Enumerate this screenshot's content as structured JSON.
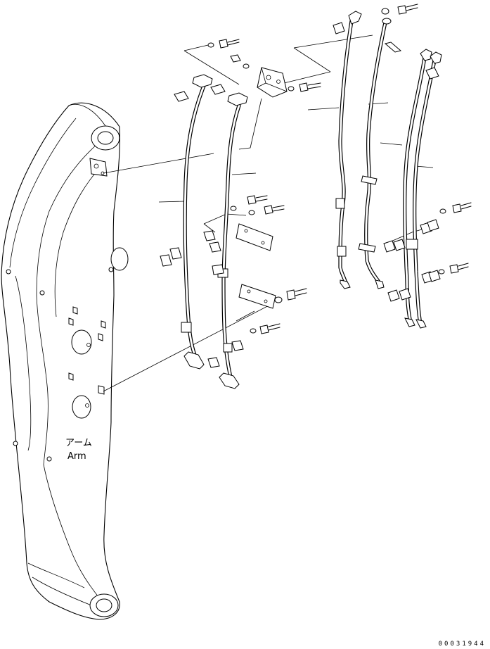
{
  "diagram": {
    "arm_label_jp": "アーム",
    "arm_label_en": "Arm",
    "drawing_number": "00031944"
  }
}
